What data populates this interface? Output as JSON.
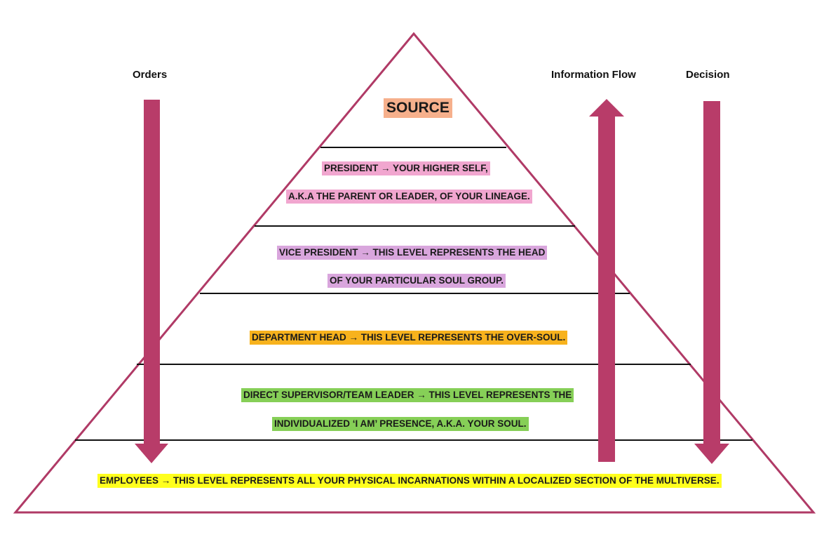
{
  "colors": {
    "outline": "#b03a66",
    "arrow": "#b83c69",
    "divider": "#111111",
    "source_bg": "#f6b08c",
    "president_bg": "#f1a6cf",
    "vice_president_bg": "#d9a6dd",
    "department_head_bg": "#f7b21d",
    "supervisor_bg": "#86cf57",
    "employees_bg": "#ffff1e"
  },
  "labels": {
    "orders": "Orders",
    "information_flow": "Information Flow",
    "decision": "Decision"
  },
  "arrows": [
    {
      "name": "orders-arrow",
      "direction": "down"
    },
    {
      "name": "information-flow-arrow",
      "direction": "up"
    },
    {
      "name": "decision-arrow",
      "direction": "down"
    }
  ],
  "tiers": {
    "source": "SOURCE",
    "president": [
      "PRESIDENT → YOUR HIGHER SELF,",
      "A.K.A THE PARENT OR LEADER, OF YOUR LINEAGE."
    ],
    "vice_president": [
      "VICE PRESIDENT → THIS LEVEL REPRESENTS THE HEAD",
      "OF YOUR PARTICULAR SOUL GROUP."
    ],
    "department_head": "DEPARTMENT HEAD → THIS LEVEL REPRESENTS THE OVER-SOUL.",
    "supervisor": [
      "DIRECT SUPERVISOR/TEAM LEADER → THIS LEVEL REPRESENTS THE",
      "INDIVIDUALIZED ‘I AM’ PRESENCE, A.K.A. YOUR SOUL."
    ],
    "employees": "EMPLOYEES → THIS LEVEL REPRESENTS ALL YOUR PHYSICAL INCARNATIONS WITHIN A LOCALIZED SECTION OF THE MULTIVERSE."
  }
}
